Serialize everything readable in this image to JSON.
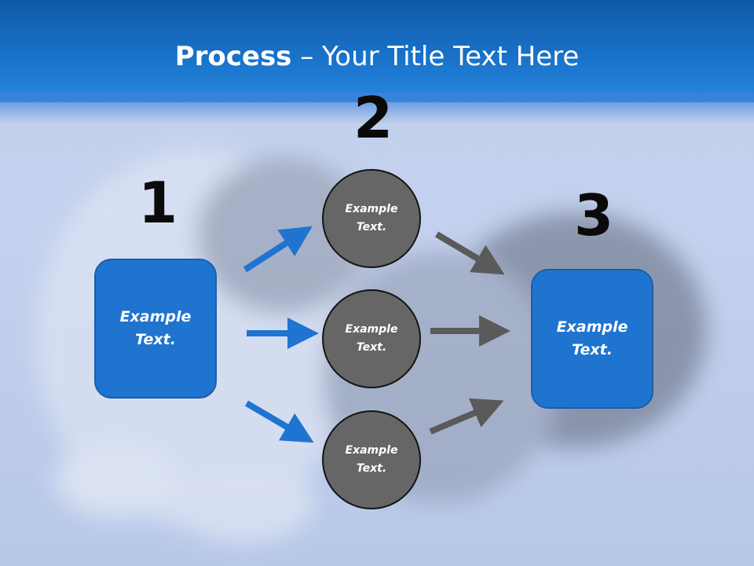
{
  "title": {
    "bold": "Process",
    "rest": " – Your Title Text Here"
  },
  "steps": {
    "one": "1",
    "two": "2",
    "three": "3"
  },
  "left_box": {
    "text": "Example Text."
  },
  "right_box": {
    "text": "Example Text."
  },
  "circles": [
    {
      "text": "Example Text."
    },
    {
      "text": "Example Text."
    },
    {
      "text": "Example Text."
    }
  ],
  "colors": {
    "header": "#1a74cc",
    "box": "#1f74d0",
    "circle": "#666666",
    "arrow_blue": "#1f74d0",
    "arrow_gray": "#5a5a5a"
  },
  "background_image": "faded-kitten-photo"
}
